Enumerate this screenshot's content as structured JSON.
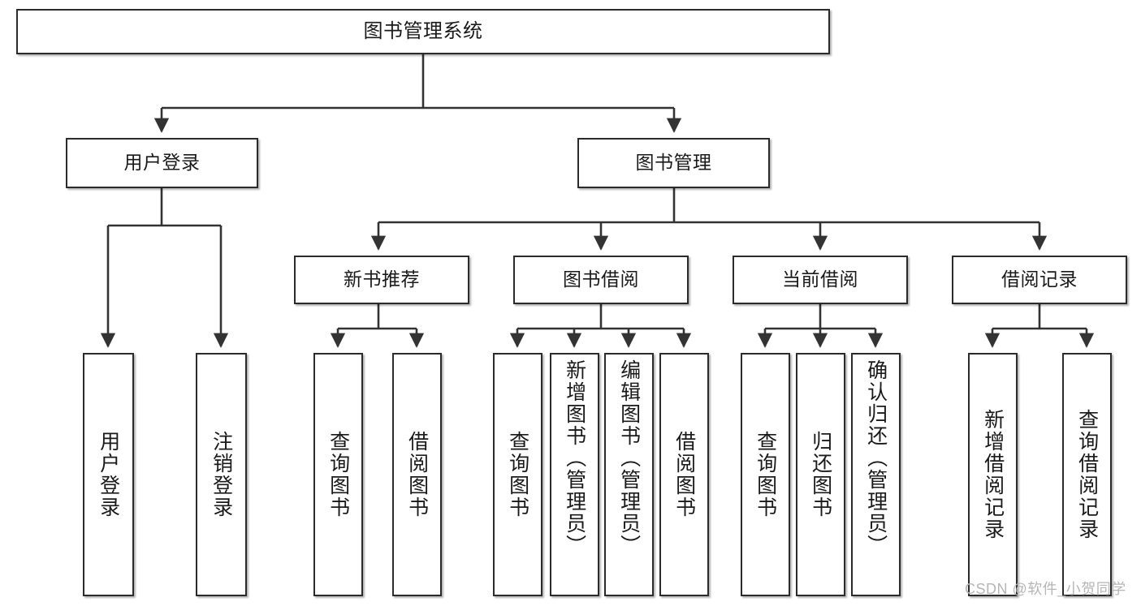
{
  "diagram": {
    "title": "图书管理系统",
    "type": "hierarchy-tree",
    "root": {
      "id": "root",
      "label": "图书管理系统",
      "orientation": "horizontal"
    },
    "level2": [
      {
        "id": "user-login",
        "label": "用户登录",
        "orientation": "horizontal"
      },
      {
        "id": "book-management",
        "label": "图书管理",
        "orientation": "horizontal"
      }
    ],
    "level3": [
      {
        "id": "new-book-recommend",
        "label": "新书推荐",
        "orientation": "horizontal",
        "parent": "book-management"
      },
      {
        "id": "book-borrow",
        "label": "图书借阅",
        "orientation": "horizontal",
        "parent": "book-management"
      },
      {
        "id": "current-borrow",
        "label": "当前借阅",
        "orientation": "horizontal",
        "parent": "book-management"
      },
      {
        "id": "borrow-record",
        "label": "借阅记录",
        "orientation": "horizontal",
        "parent": "book-management"
      }
    ],
    "leaves": [
      {
        "id": "leaf-user-login",
        "label": "用户登录",
        "parent": "user-login",
        "orientation": "vertical"
      },
      {
        "id": "leaf-logout-login",
        "label": "注销登录",
        "parent": "user-login",
        "orientation": "vertical"
      },
      {
        "id": "leaf-query-book-1",
        "label": "查询图书",
        "parent": "new-book-recommend",
        "orientation": "vertical"
      },
      {
        "id": "leaf-borrow-book-1",
        "label": "借阅图书",
        "parent": "new-book-recommend",
        "orientation": "vertical"
      },
      {
        "id": "leaf-query-book-2",
        "label": "查询图书",
        "parent": "book-borrow",
        "orientation": "vertical"
      },
      {
        "id": "leaf-add-book",
        "label": "新增图书（管理员）",
        "parent": "book-borrow",
        "orientation": "vertical"
      },
      {
        "id": "leaf-edit-book",
        "label": "编辑图书（管理员）",
        "parent": "book-borrow",
        "orientation": "vertical"
      },
      {
        "id": "leaf-borrow-book-2",
        "label": "借阅图书",
        "parent": "book-borrow",
        "orientation": "vertical"
      },
      {
        "id": "leaf-query-book-3",
        "label": "查询图书",
        "parent": "current-borrow",
        "orientation": "vertical"
      },
      {
        "id": "leaf-return-book",
        "label": "归还图书",
        "parent": "current-borrow",
        "orientation": "vertical"
      },
      {
        "id": "leaf-confirm-return",
        "label": "确认归还（管理员）",
        "parent": "current-borrow",
        "orientation": "vertical"
      },
      {
        "id": "leaf-add-record",
        "label": "新增借阅记录",
        "parent": "borrow-record",
        "orientation": "vertical"
      },
      {
        "id": "leaf-query-record",
        "label": "查询借阅记录",
        "parent": "borrow-record",
        "orientation": "vertical"
      }
    ],
    "colors": {
      "box_border": "#2b2b2b",
      "box_fill": "#ffffff",
      "connector": "#333333",
      "text": "#1a1a1a",
      "watermark": "#b6b6b6",
      "background": "#ffffff"
    }
  },
  "watermark": {
    "text": "CSDN @软件_小贺同学"
  }
}
